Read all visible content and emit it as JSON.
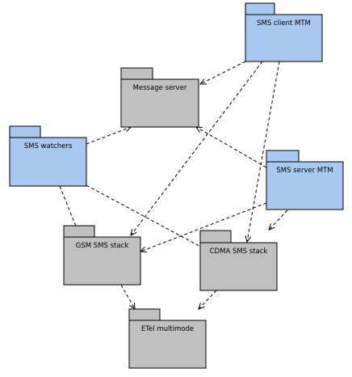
{
  "colors": {
    "blue_fill": "#a8c8f0",
    "gray_fill": "#c0c0c0",
    "stroke": "#000000",
    "edge": "#000000",
    "background": "#ffffff"
  },
  "packages": [
    {
      "id": "sms-client-mtm",
      "label": "SMS client MTM",
      "fill": "blue"
    },
    {
      "id": "message-server",
      "label": "Message server",
      "fill": "gray"
    },
    {
      "id": "sms-watchers",
      "label": "SMS watchers",
      "fill": "blue"
    },
    {
      "id": "sms-server-mtm",
      "label": "SMS server MTM",
      "fill": "blue"
    },
    {
      "id": "gsm-sms-stack",
      "label": "GSM SMS stack",
      "fill": "gray"
    },
    {
      "id": "cdma-sms-stack",
      "label": "CDMA SMS stack",
      "fill": "gray"
    },
    {
      "id": "etel-multimode",
      "label": "ETel multimode",
      "fill": "gray"
    }
  ],
  "dependencies": [
    {
      "from": "sms-client-mtm",
      "to": "message-server"
    },
    {
      "from": "sms-client-mtm",
      "to": "gsm-sms-stack"
    },
    {
      "from": "sms-client-mtm",
      "to": "cdma-sms-stack"
    },
    {
      "from": "sms-watchers",
      "to": "message-server"
    },
    {
      "from": "sms-watchers",
      "to": "gsm-sms-stack"
    },
    {
      "from": "sms-watchers",
      "to": "cdma-sms-stack"
    },
    {
      "from": "sms-server-mtm",
      "to": "message-server"
    },
    {
      "from": "sms-server-mtm",
      "to": "gsm-sms-stack"
    },
    {
      "from": "sms-server-mtm",
      "to": "cdma-sms-stack"
    },
    {
      "from": "gsm-sms-stack",
      "to": "etel-multimode"
    },
    {
      "from": "cdma-sms-stack",
      "to": "etel-multimode"
    }
  ]
}
